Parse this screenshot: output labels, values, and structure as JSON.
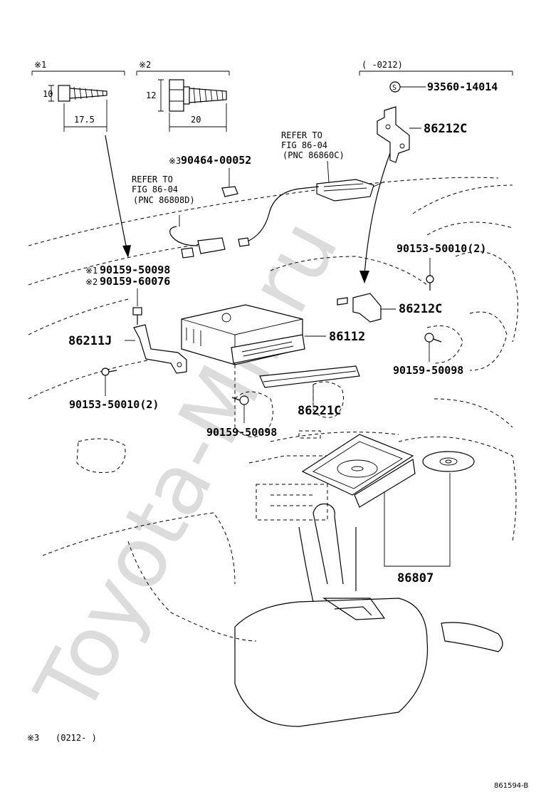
{
  "watermark": "Toyota-Mir.ru",
  "detail1": {
    "mark": "※1",
    "dim_height": "10",
    "dim_length": "17.5"
  },
  "detail2": {
    "mark": "※2",
    "dim_height": "12",
    "dim_length": "20"
  },
  "date_range_top": "(    -0212)",
  "footnote": {
    "mark": "※3",
    "range": "(0212-     )"
  },
  "figure_id": "861594-B",
  "refs": {
    "ref1": {
      "line1": "REFER TO",
      "line2": "FIG 86-04",
      "line3": "(PNC 86860C)"
    },
    "ref2": {
      "line1": "REFER TO",
      "line2": "FIG 86-04",
      "line3": "(PNC 86808D)"
    }
  },
  "parts": {
    "p93560": "93560-14014",
    "p86212c_top": "86212C",
    "p90464_mark": "※3",
    "p90464": "90464-00052",
    "p90153_right": "90153-50010(2)",
    "p90159_a_mark": "※1",
    "p90159_a": "90159-50098",
    "p90159_b_mark": "※2",
    "p90159_b": "90159-60076",
    "p86212c_mid": "86212C",
    "p86211j": "86211J",
    "p86112": "86112",
    "p90159_right": "90159-50098",
    "p90153_left": "90153-50010(2)",
    "p86221c": "86221C",
    "p90159_bottom": "90159-50098",
    "p86807": "86807"
  },
  "icons": {
    "s_circle": "S"
  }
}
